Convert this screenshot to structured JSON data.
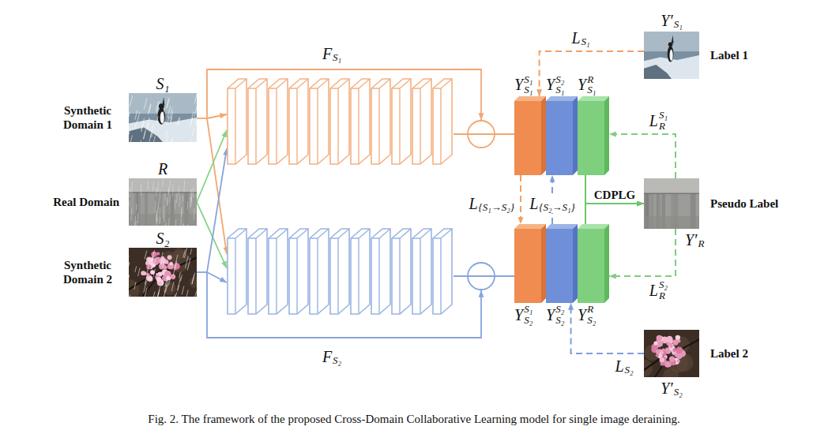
{
  "diagram": {
    "caption": "Fig. 2. The framework of the proposed Cross-Domain Collaborative Learning model for single image deraining.",
    "nodes": [
      {
        "text": [
          "Synthetic Domain 1",
          "S₁"
        ]
      },
      {
        "text": [
          "Real Domain",
          "R"
        ]
      },
      {
        "text": [
          "Synthetic Domain 2",
          "S₂"
        ]
      },
      {
        "text": [
          "Y",
          "S₁",
          "S₁"
        ]
      },
      {
        "text": [
          "Y",
          "S₁",
          "S₂"
        ]
      },
      {
        "text": [
          "Y",
          "S₁",
          "R"
        ]
      },
      {
        "text": [
          "Y",
          "S₂",
          "S₁"
        ]
      },
      {
        "text": [
          "Y",
          "S₂",
          "S₂"
        ]
      },
      {
        "text": [
          "Y",
          "S₂",
          "R"
        ]
      },
      {
        "text": [
          "Y′",
          "S₁",
          "Label 1"
        ]
      },
      {
        "text": [
          "Pseudo Label",
          "Y′",
          "R"
        ]
      },
      {
        "text": [
          "Label 2",
          "Y′",
          "S₂"
        ]
      }
    ],
    "edges": [
      {
        "from": 9,
        "to": 3,
        "arrow": "to"
      },
      {
        "from": 10,
        "to": 5,
        "arrow": "to"
      },
      {
        "from": 10,
        "to": 8,
        "arrow": "to"
      },
      {
        "from": 5,
        "to": 10,
        "arrow": "to",
        "label": "CDPLG"
      },
      {
        "from": 8,
        "to": 10,
        "arrow": "to"
      },
      {
        "from": 3,
        "to": 6,
        "arrow": "to"
      },
      {
        "from": 7,
        "to": 4,
        "arrow": "to"
      },
      {
        "from": 11,
        "to": 7,
        "arrow": "to"
      }
    ],
    "labels": [
      "F",
      "S₁",
      "L",
      "S₁",
      "L",
      "{S₁→S₂}",
      "L",
      "{S₂→S₁}",
      "L",
      "R",
      "S₁",
      "L",
      "R",
      "S₂",
      "F",
      "S₂",
      "L",
      "S₂"
    ]
  }
}
